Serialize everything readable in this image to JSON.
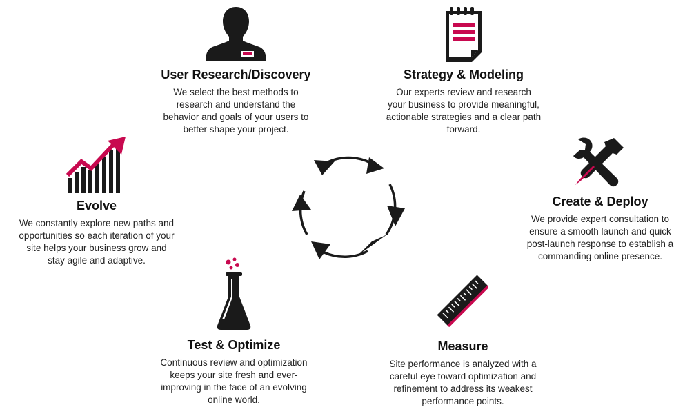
{
  "steps": {
    "research": {
      "title": "User Research/Discovery",
      "description": "We select the best methods to research and understand the behavior and goals of your users to better shape your project.",
      "icon": "user-silhouette-icon"
    },
    "strategy": {
      "title": "Strategy & Modeling",
      "description": "Our experts review and research your business to provide meaningful, actionable strategies and a clear path forward.",
      "icon": "notepad-icon"
    },
    "create": {
      "title": "Create & Deploy",
      "description": "We provide expert consultation to ensure a smooth launch and quick post-launch response to establish a commanding online presence.",
      "icon": "wrench-screwdriver-icon"
    },
    "measure": {
      "title": "Measure",
      "description": "Site performance is analyzed with a careful eye toward optimization and refinement to address its weakest performance points.",
      "icon": "ruler-icon"
    },
    "test": {
      "title": "Test & Optimize",
      "description": "Continuous review and optimization keeps your site fresh and ever-improving in the face of an evolving online world.",
      "icon": "flask-icon"
    },
    "evolve": {
      "title": "Evolve",
      "description": "We constantly explore new paths and opportunities so each iteration of your site helps your business grow and stay agile and adaptive.",
      "icon": "growth-chart-icon"
    }
  },
  "colors": {
    "accent": "#c8094f",
    "dark": "#1a1a1a"
  },
  "cycle_icon": "cycle-arrows-icon"
}
